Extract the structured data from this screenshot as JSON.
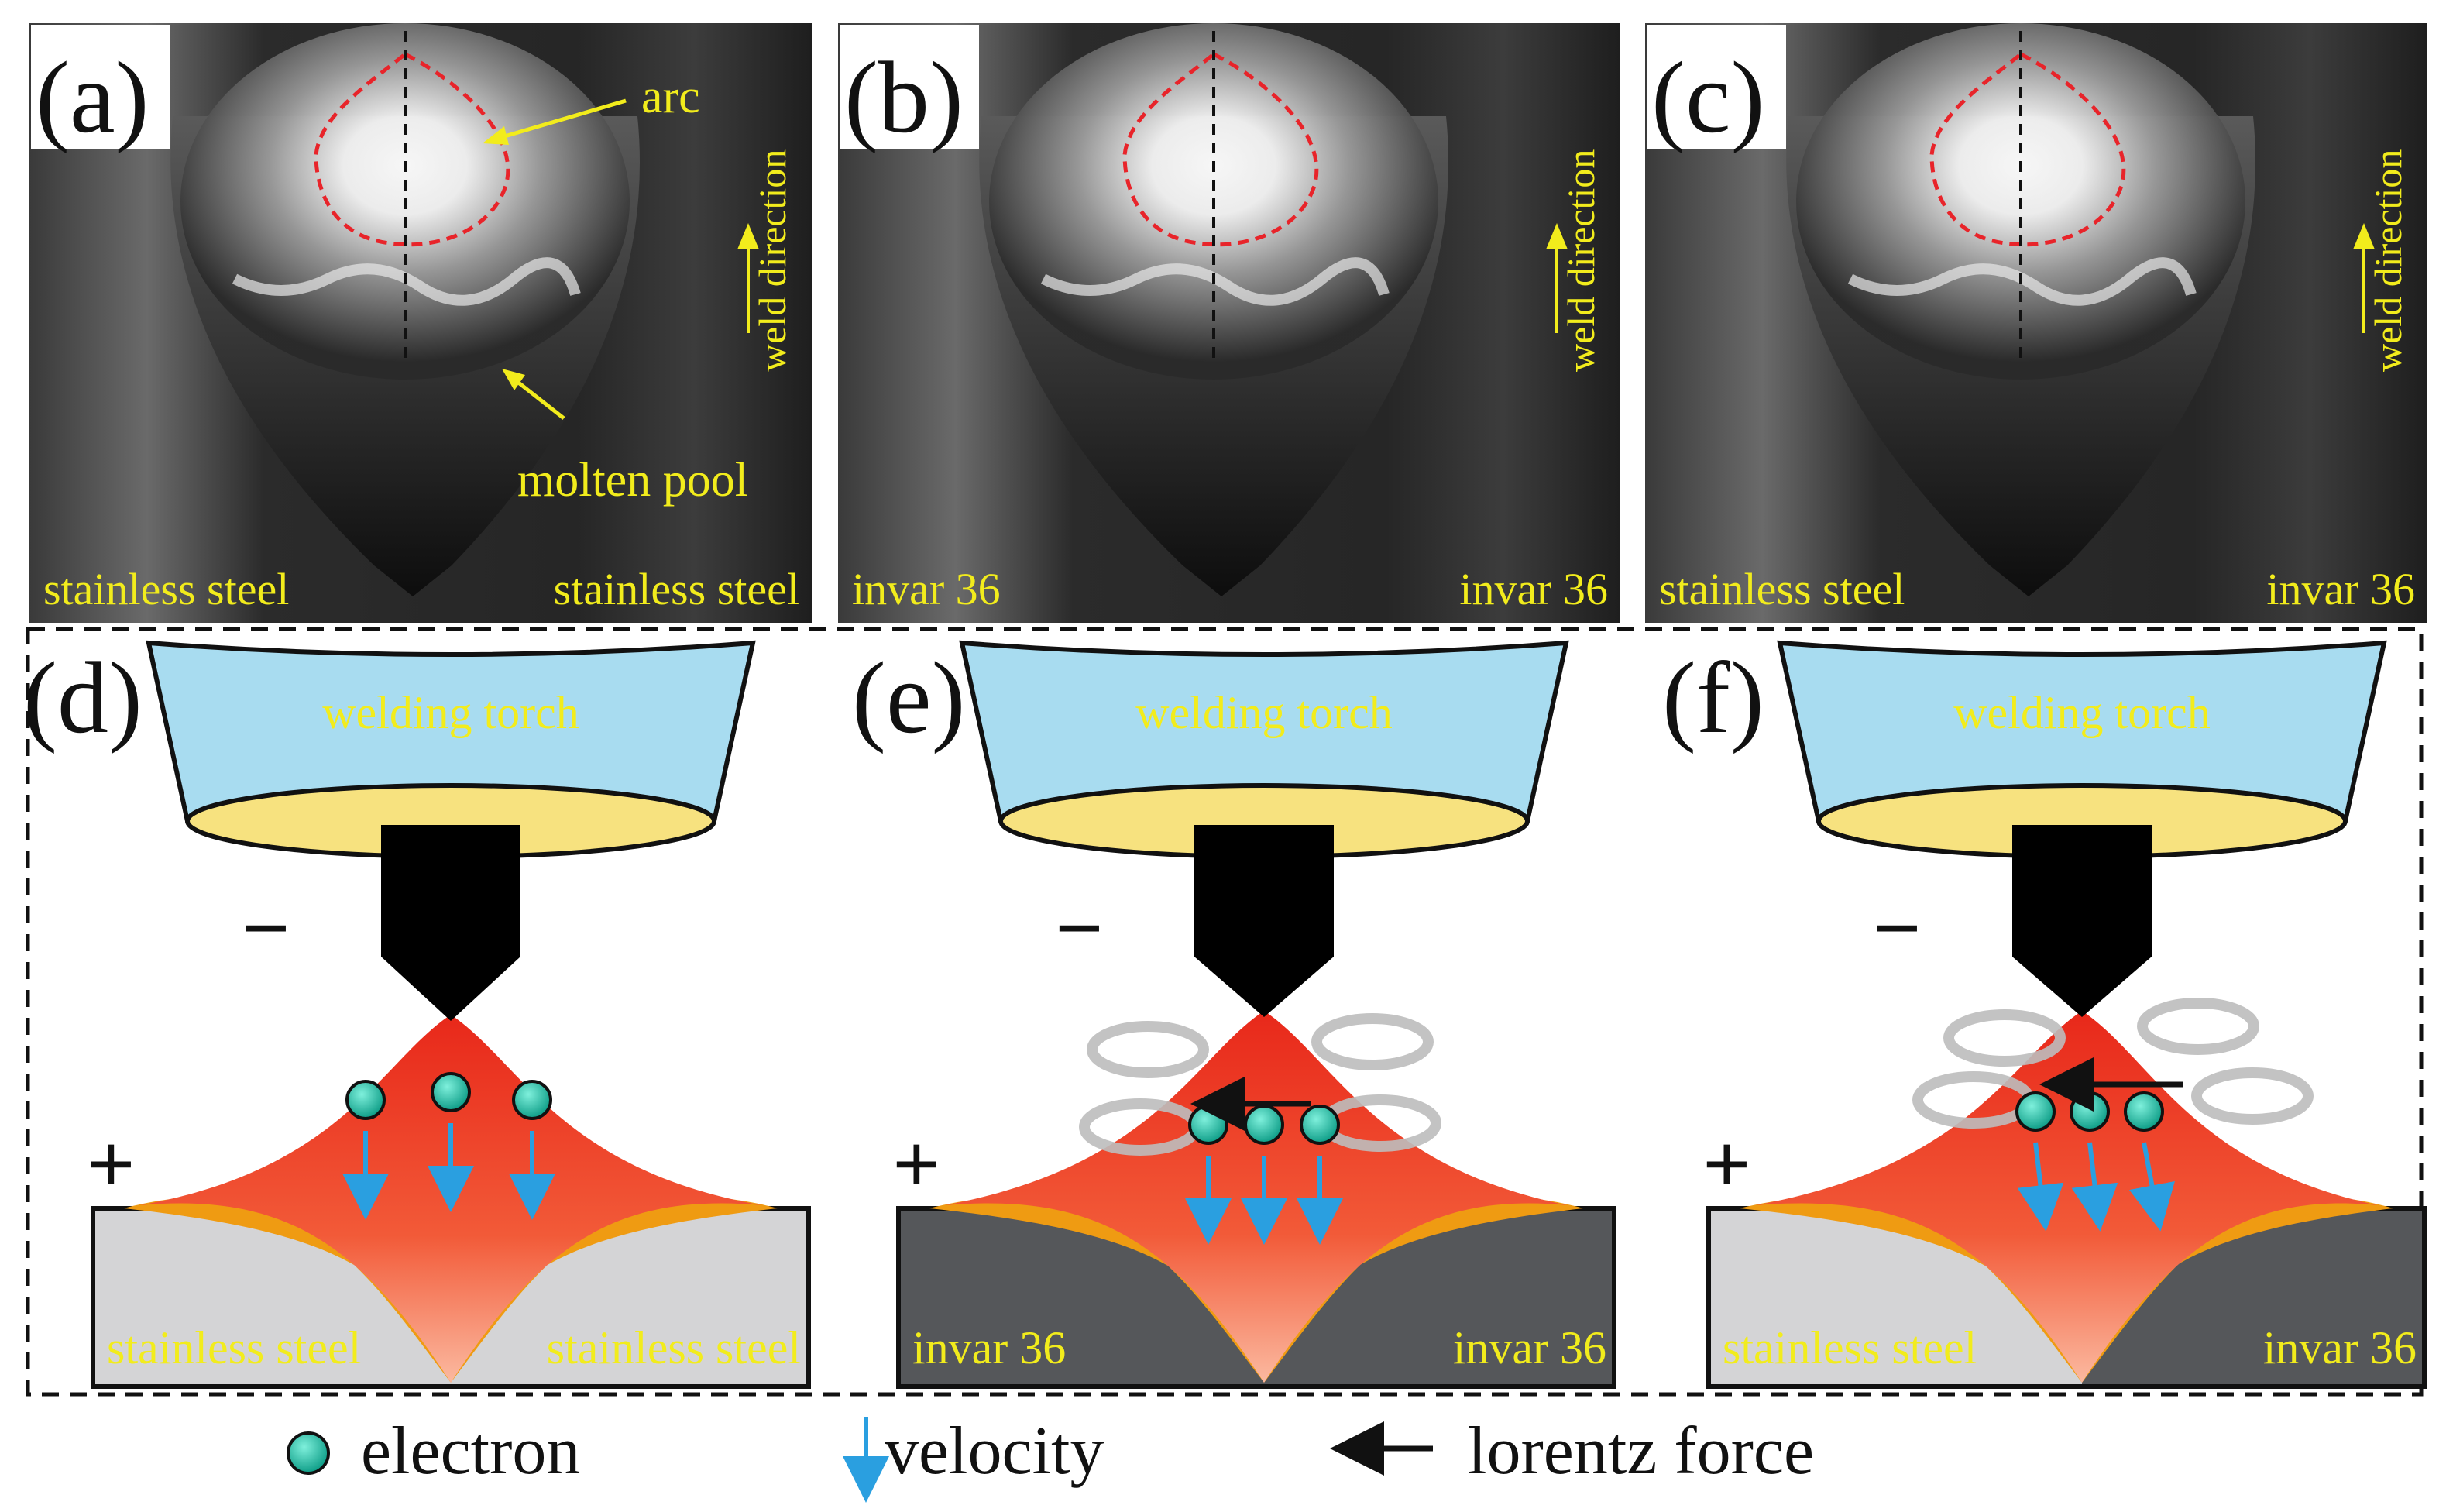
{
  "photos": [
    {
      "letter": "(a)",
      "left_label": "stainless steel",
      "right_label": "stainless steel",
      "arc_label": "arc",
      "pool_label": "molten pool",
      "direction_label": "weld direction"
    },
    {
      "letter": "(b)",
      "left_label": "invar 36",
      "right_label": "invar 36",
      "direction_label": "weld direction"
    },
    {
      "letter": "(c)",
      "left_label": "stainless steel",
      "right_label": "invar 36",
      "direction_label": "weld direction"
    }
  ],
  "schematics": [
    {
      "letter": "(d)",
      "torch_label": "welding torch",
      "minus": "−",
      "plus": "+",
      "left_material": "stainless steel",
      "right_material": "stainless steel",
      "base_left_color": "#d4d4d6",
      "base_right_color": "#d4d4d6"
    },
    {
      "letter": "(e)",
      "torch_label": "welding torch",
      "minus": "−",
      "plus": "+",
      "left_material": "invar 36",
      "right_material": "invar 36",
      "base_left_color": "#55575a",
      "base_right_color": "#55575a"
    },
    {
      "letter": "(f)",
      "torch_label": "welding torch",
      "minus": "−",
      "plus": "+",
      "left_material": "stainless steel",
      "right_material": "invar 36",
      "base_left_color": "#d4d4d6",
      "base_right_color": "#55575a"
    }
  ],
  "legend": {
    "electron": "electron",
    "velocity": "velocity",
    "lorentz": "lorentz force"
  },
  "colors": {
    "label_yellow": "#f2ec1c",
    "torch_blue": "#a8dcf0",
    "torch_nozzle": "#f7e27f",
    "arc_red": "#f03a14",
    "pool_orange": "#ef9b12",
    "electron_teal": "#1fb8a2",
    "velocity_blue": "#2a9fe0",
    "arc_outline": "#e8242a"
  }
}
